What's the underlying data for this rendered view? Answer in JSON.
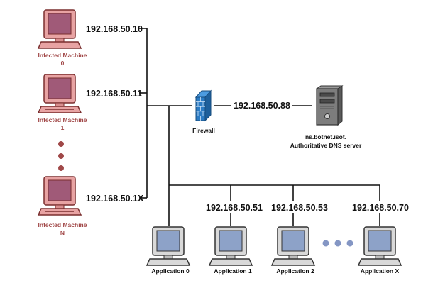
{
  "infected": [
    {
      "name": "Infected Machine",
      "index": "0",
      "ip": "192.168.50.10"
    },
    {
      "name": "Infected Machine",
      "index": "1",
      "ip": "192.168.50.11"
    },
    {
      "name": "Infected Machine",
      "index": "N",
      "ip": "192.168.50.1X"
    }
  ],
  "firewall": {
    "label": "Firewall"
  },
  "dns": {
    "ip": "192.168.50.88",
    "name": "ns.botnet.isot.",
    "role": "Authoritative DNS server"
  },
  "apps": [
    {
      "label": "Application 0",
      "ip": ""
    },
    {
      "label": "Application 1",
      "ip": "192.168.50.51"
    },
    {
      "label": "Application 2",
      "ip": "192.168.50.53"
    },
    {
      "label": "Application X",
      "ip": "192.168.50.70"
    }
  ],
  "colors": {
    "infected_screen": "#a05a78",
    "infected_body": "#e8a3a3",
    "infected_outline": "#7a2e2e",
    "infected_text": "#a14848",
    "app_screen": "#8da2c8",
    "app_body": "#d9d9d9",
    "firewall": "#2b7bc4",
    "server": "#555555",
    "dots_red": "#a04848",
    "dots_blue": "#8496c4"
  }
}
